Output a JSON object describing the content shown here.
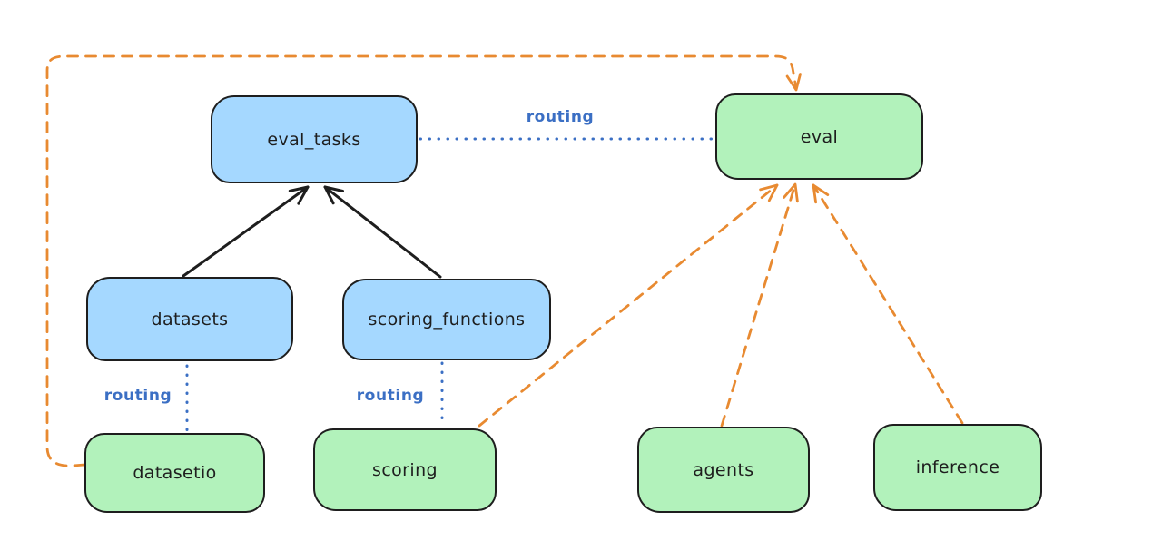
{
  "diagram": {
    "background": "#ffffff",
    "palette": {
      "registry_node_fill": "#a5d8ff",
      "api_node_fill": "#b2f2bb",
      "node_border": "#1e1e1e",
      "node_text": "#1e1e1e",
      "solid_arrow": "#1e1e1e",
      "routing_line_and_label": "#3b6fc4",
      "provider_dashed_arrow": "#e88a31"
    },
    "nodes": [
      {
        "id": "eval_tasks",
        "label": "eval_tasks",
        "color": "blue"
      },
      {
        "id": "eval",
        "label": "eval",
        "color": "green"
      },
      {
        "id": "datasets",
        "label": "datasets",
        "color": "blue"
      },
      {
        "id": "scoring_functions",
        "label": "scoring_functions",
        "color": "blue"
      },
      {
        "id": "datasetio",
        "label": "datasetio",
        "color": "green"
      },
      {
        "id": "scoring",
        "label": "scoring",
        "color": "green"
      },
      {
        "id": "agents",
        "label": "agents",
        "color": "green"
      },
      {
        "id": "inference",
        "label": "inference",
        "color": "green"
      }
    ],
    "edges": [
      {
        "from": "datasets",
        "to": "eval_tasks",
        "style": "solid-black-arrow",
        "label": ""
      },
      {
        "from": "scoring_functions",
        "to": "eval_tasks",
        "style": "solid-black-arrow",
        "label": ""
      },
      {
        "from": "eval_tasks",
        "to": "eval",
        "style": "dotted-blue",
        "label": "routing"
      },
      {
        "from": "datasets",
        "to": "datasetio",
        "style": "dotted-blue",
        "label": "routing"
      },
      {
        "from": "scoring_functions",
        "to": "scoring",
        "style": "dotted-blue",
        "label": "routing"
      },
      {
        "from": "datasetio",
        "to": "eval",
        "style": "dashed-orange-arrow",
        "label": ""
      },
      {
        "from": "scoring",
        "to": "eval",
        "style": "dashed-orange-arrow",
        "label": ""
      },
      {
        "from": "agents",
        "to": "eval",
        "style": "dashed-orange-arrow",
        "label": ""
      },
      {
        "from": "inference",
        "to": "eval",
        "style": "dashed-orange-arrow",
        "label": ""
      }
    ]
  }
}
